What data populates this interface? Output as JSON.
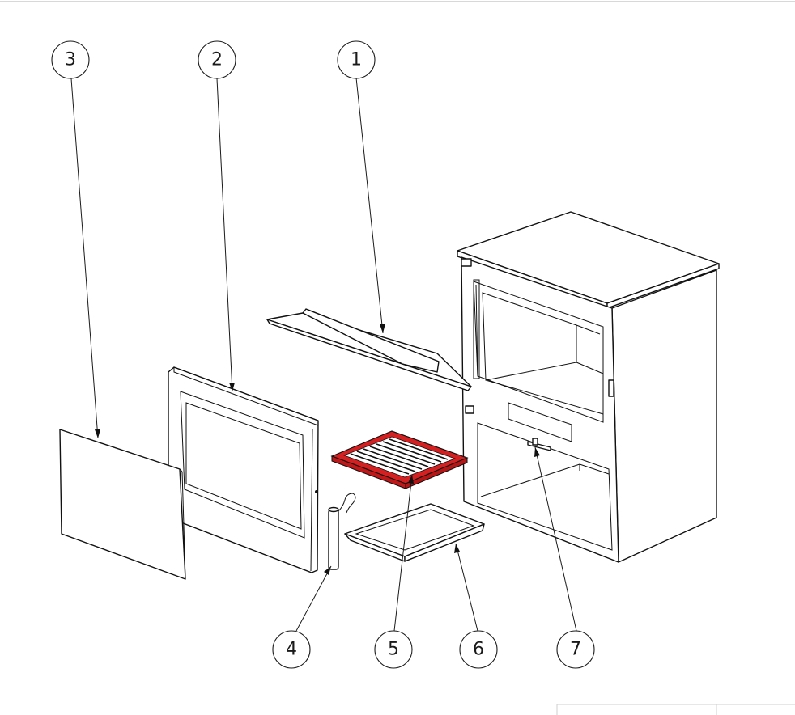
{
  "diagram": {
    "balloons": [
      {
        "id": "1",
        "label": "1"
      },
      {
        "id": "2",
        "label": "2"
      },
      {
        "id": "3",
        "label": "3"
      },
      {
        "id": "4",
        "label": "4"
      },
      {
        "id": "5",
        "label": "5"
      },
      {
        "id": "6",
        "label": "6"
      },
      {
        "id": "7",
        "label": "7"
      }
    ],
    "colors": {
      "line": "#111111",
      "highlight": "#d42020",
      "background": "#ffffff"
    }
  }
}
